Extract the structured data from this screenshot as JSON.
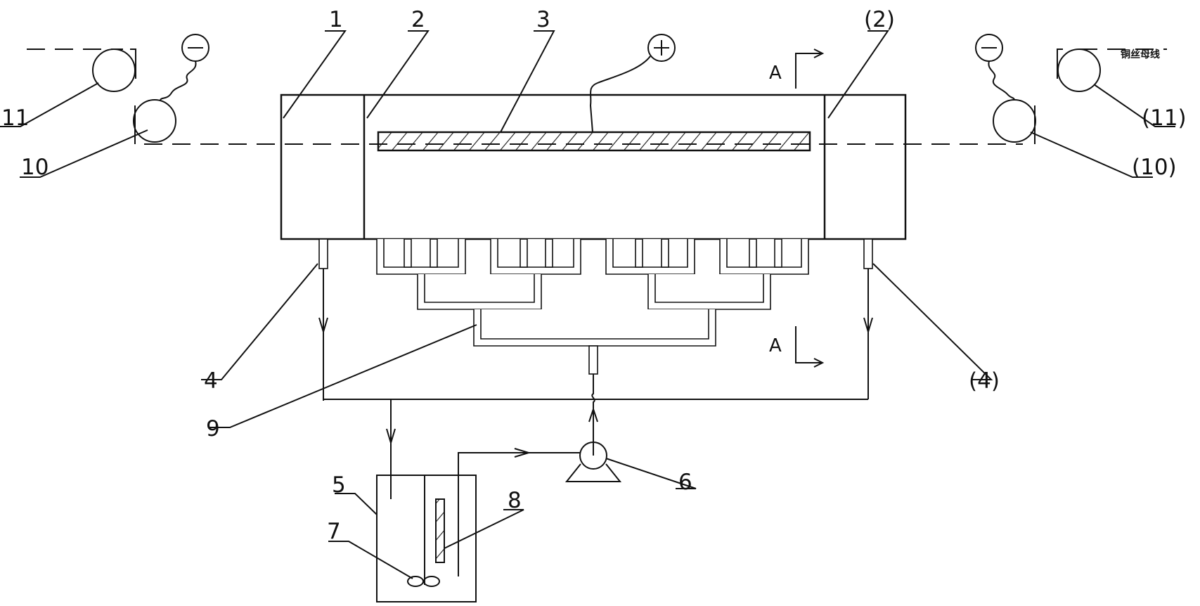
{
  "labels": {
    "l1": "1",
    "l2": "2",
    "l3": "3",
    "l2b": "(2)",
    "l4": "4",
    "l4b": "(4)",
    "l5": "5",
    "l6": "6",
    "l7": "7",
    "l8": "8",
    "l9": "9",
    "l10": "10",
    "l10b": "(10)",
    "l11": "11",
    "l11b": "(11)"
  },
  "section": {
    "top": "A",
    "bottom": "A"
  },
  "polarity": {
    "plus": "+",
    "minus_left": "−",
    "minus_right": "−"
  },
  "note": "铜丝母线"
}
